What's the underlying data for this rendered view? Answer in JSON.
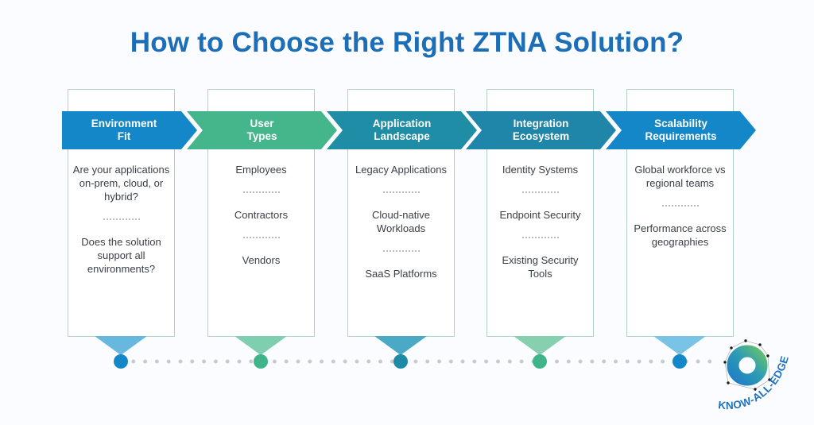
{
  "title": {
    "text": "How to Choose the Right ZTNA Solution?",
    "color": "#1c6eb7"
  },
  "columns": [
    {
      "header": {
        "line1": "Environment",
        "line2": "Fit",
        "color": "#1487c8"
      },
      "items": [
        "Are your applications on-prem, cloud, or hybrid?",
        "Does the solution support all environments?"
      ],
      "triangle_color": "#68b7de",
      "dot_color": "#1487c8"
    },
    {
      "header": {
        "line1": "User",
        "line2": "Types",
        "color": "#45b58b"
      },
      "items": [
        "Employees",
        "Contractors",
        "Vendors"
      ],
      "triangle_color": "#7fceb0",
      "dot_color": "#3fb48a"
    },
    {
      "header": {
        "line1": "Application",
        "line2": "Landscape",
        "color": "#1f8da6"
      },
      "items": [
        "Legacy Applications",
        "Cloud-native Workloads",
        "SaaS Platforms"
      ],
      "triangle_color": "#4aaac6",
      "dot_color": "#1d8ba5"
    },
    {
      "header": {
        "line1": "Integration",
        "line2": "Ecosystem",
        "color": "#1f86a9"
      },
      "items": [
        "Identity Systems",
        "Endpoint Security",
        "Existing Security Tools"
      ],
      "triangle_color": "#86d0af",
      "dot_color": "#3fb48a"
    },
    {
      "header": {
        "line1": "Scalability",
        "line2": "Requirements",
        "color": "#1487c8"
      },
      "items": [
        "Global workforce vs regional teams",
        "Performance across geographies"
      ],
      "triangle_color": "#79c3e6",
      "dot_color": "#1487c8"
    }
  ],
  "logo": {
    "text": "KNOW-ALL-EDGE",
    "text_color": "#1f72c0"
  },
  "palette": {
    "page_background": "#fbfcff",
    "box_border": "#afd4c6",
    "body_text": "#393f46",
    "separator_dots": "#b9bdb7",
    "timeline_dots": "#c7cbce"
  }
}
